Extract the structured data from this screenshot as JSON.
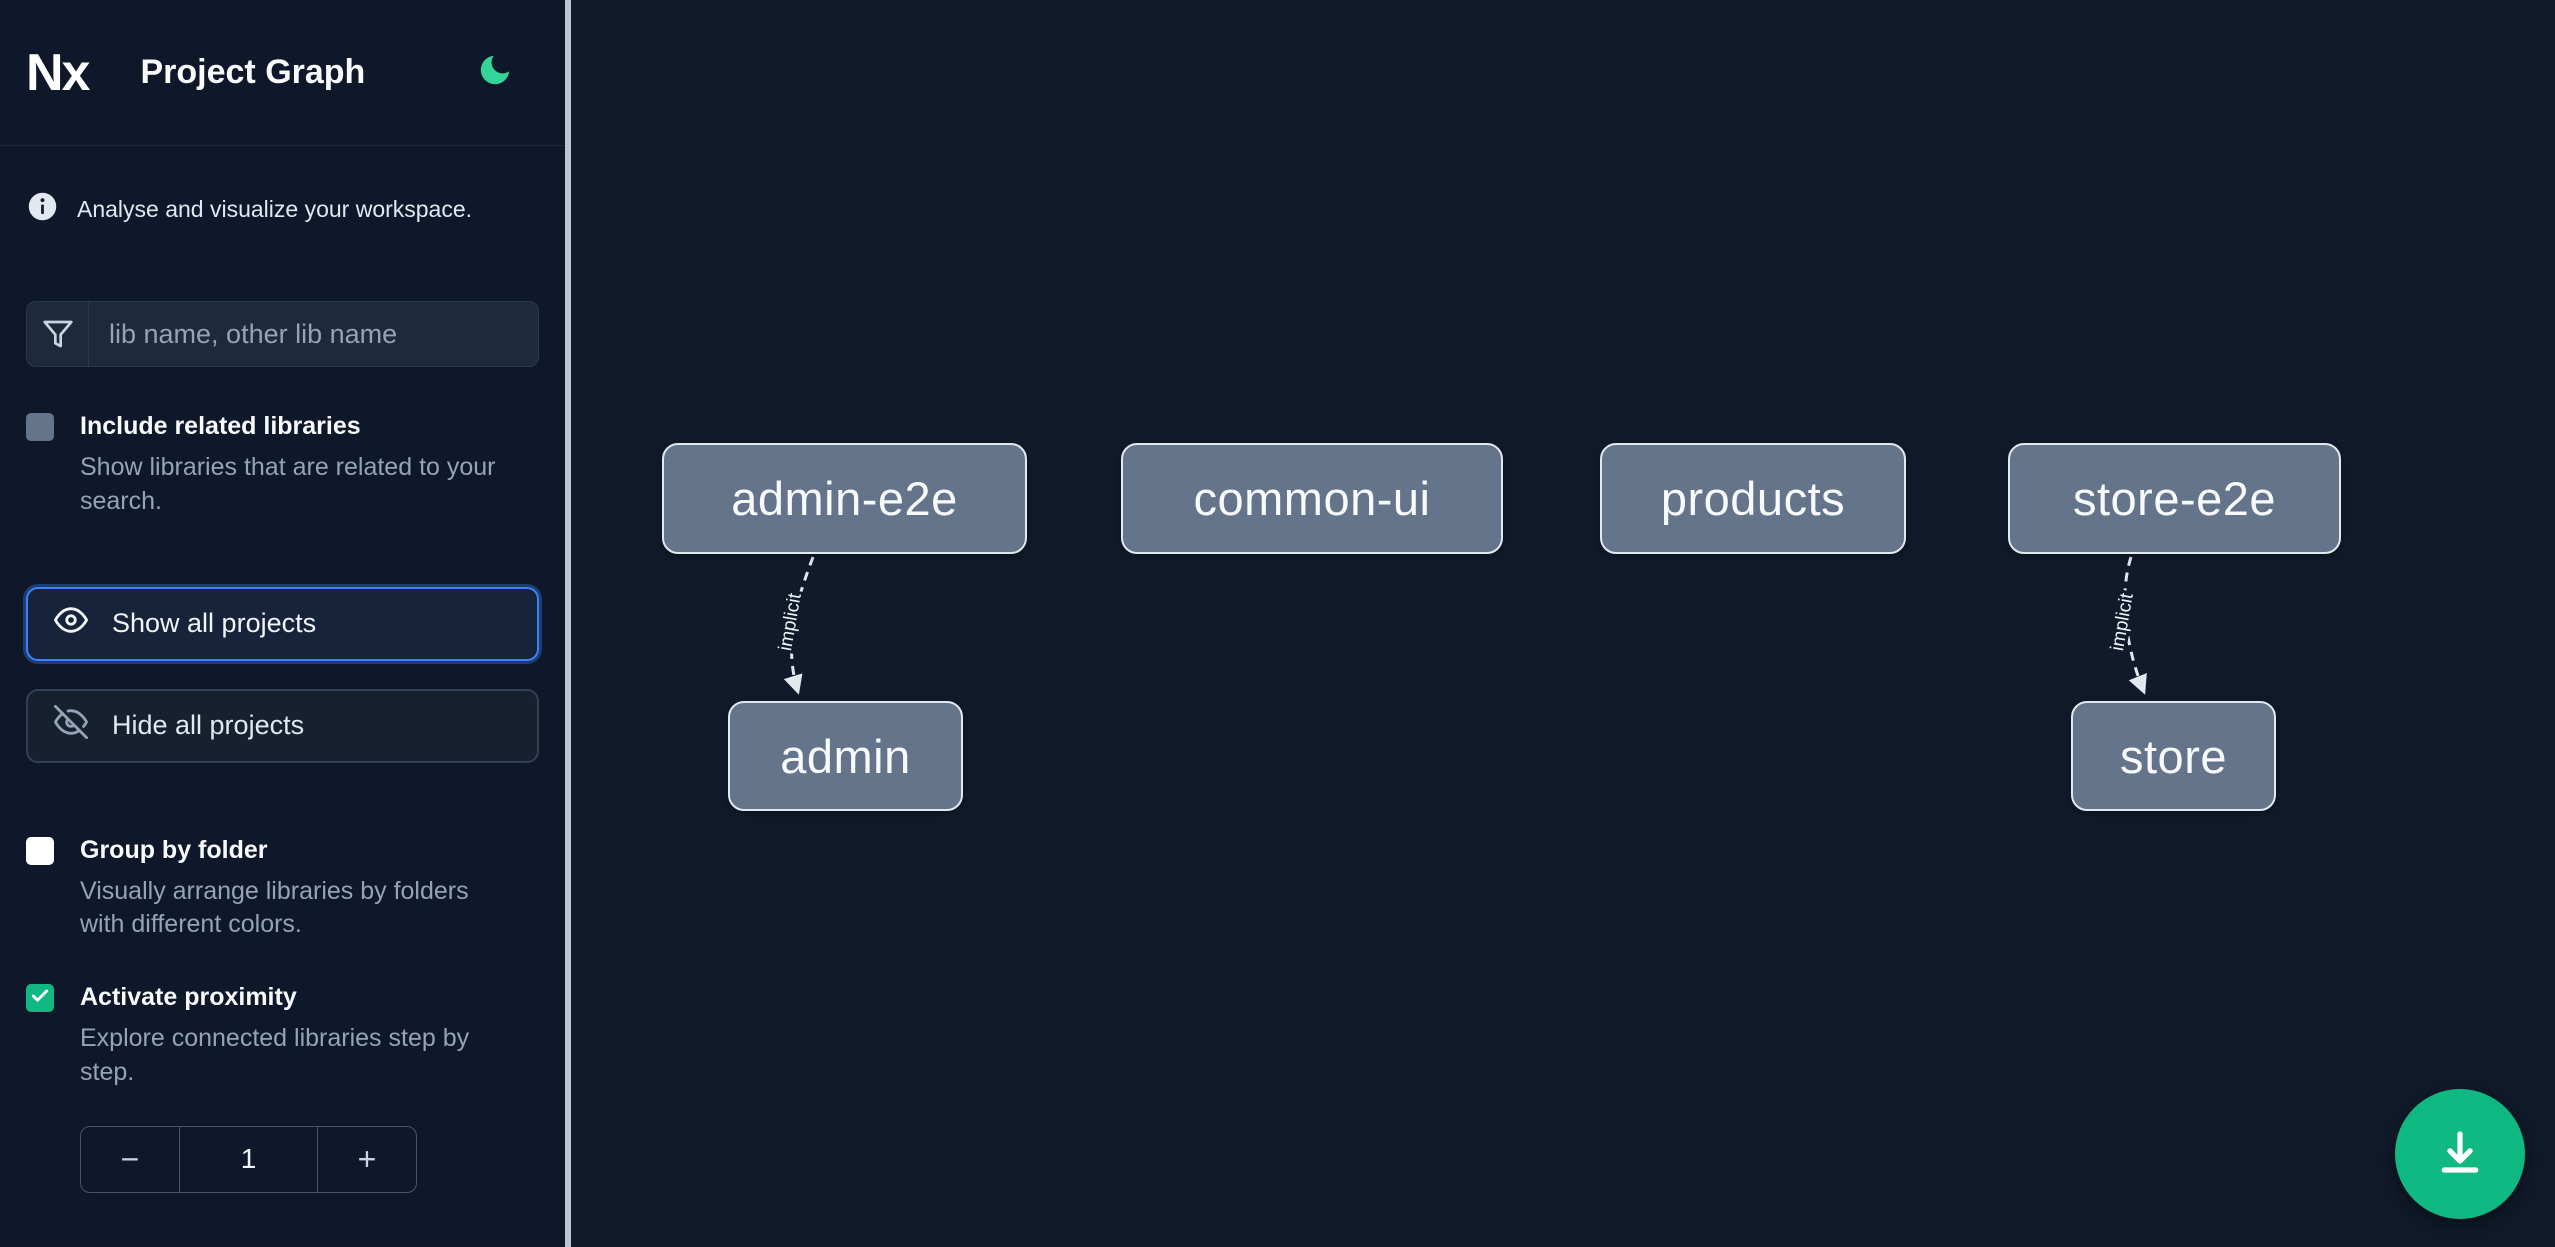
{
  "header": {
    "logo_text": "Nx",
    "title": "Project Graph"
  },
  "sidebar": {
    "tagline": "Analyse and visualize your workspace.",
    "search": {
      "placeholder": "lib name, other lib name"
    },
    "options": [
      {
        "label": "Include related libraries",
        "description": "Show libraries that are related to your search.",
        "checked": false
      },
      {
        "label": "Group by folder",
        "description": "Visually arrange libraries by folders with different colors.",
        "checked": false
      },
      {
        "label": "Activate proximity",
        "description": "Explore connected libraries step by step.",
        "checked": true
      }
    ],
    "buttons": {
      "show_all": "Show all projects",
      "hide_all": "Hide all projects"
    },
    "proximity": {
      "decrement": "−",
      "value": "1",
      "increment": "+"
    }
  },
  "graph": {
    "nodes": [
      {
        "id": "admin-e2e",
        "label": "admin-e2e"
      },
      {
        "id": "common-ui",
        "label": "common-ui"
      },
      {
        "id": "products",
        "label": "products"
      },
      {
        "id": "store-e2e",
        "label": "store-e2e"
      },
      {
        "id": "admin",
        "label": "admin"
      },
      {
        "id": "store",
        "label": "store"
      }
    ],
    "edges": [
      {
        "source": "admin-e2e",
        "target": "admin",
        "label": "implicit",
        "type": "implicit"
      },
      {
        "source": "store-e2e",
        "target": "store",
        "label": "implicit",
        "type": "implicit"
      }
    ]
  },
  "colors": {
    "sidebar_bg": "#0f172a",
    "canvas_bg": "#111a2b",
    "accent_green": "#34d399",
    "success_green": "#10b981",
    "focus_blue": "#3b82f6",
    "node_fill": "#64748b",
    "node_border": "#e2e8f0",
    "muted_text": "#94a3b8"
  }
}
